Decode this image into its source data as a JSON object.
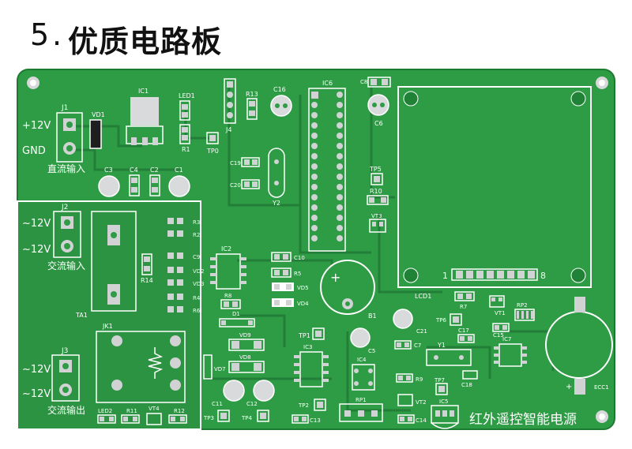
{
  "title": {
    "number": "5",
    "dot": ".",
    "text": "优质电路板"
  },
  "colors": {
    "board": "#2e9b45",
    "board_edge": "#1d7a31",
    "trace": "#259440",
    "pad": "#c9cccf",
    "silk": "#ffffff"
  },
  "labels": {
    "plus12v": "+12V",
    "gnd": "GND",
    "dc_input": "直流输入",
    "ac12v_a": "~12V",
    "ac12v_b": "~12V",
    "ac_input": "交流输入",
    "ac12v_c": "~12V",
    "ac12v_d": "~12V",
    "ac_output": "交流输出",
    "brand": "红外遥控智能电源"
  },
  "refs": {
    "J1": "J1",
    "VD1": "VD1",
    "IC1": "IC1",
    "LED1": "LED1",
    "R1": "R1",
    "TP0": "TP0",
    "J4": "J4",
    "R13": "R13",
    "C16": "C16",
    "IC6": "IC6",
    "C8": "C8",
    "C6": "C6",
    "C19": "C19",
    "C20": "C20",
    "Y2": "Y2",
    "TP5": "TP5",
    "R10": "R10",
    "VT3": "VT3",
    "C3": "C3",
    "C4": "C4",
    "C2": "C2",
    "C1": "C1",
    "J2": "J2",
    "TA1": "TA1",
    "R14": "R14",
    "IC2": "IC2",
    "C10": "C10",
    "R5": "R5",
    "VD5": "VD5",
    "VD4": "VD4",
    "R8": "R8",
    "D1": "D1",
    "TP1": "TP1",
    "B1": "B1",
    "C21": "C21",
    "TP6": "TP6",
    "R7": "R7",
    "VT1": "VT1",
    "RP2": "RP2",
    "C17": "C17",
    "C15": "C15",
    "IC7": "IC7",
    "LCD1": "LCD1",
    "JK1": "JK1",
    "J3": "J3",
    "VD9": "VD9",
    "VD8": "VD8",
    "VD7": "VD7",
    "IC3": "IC3",
    "C5": "C5",
    "C7": "C7",
    "IC4": "IC4",
    "R9": "R9",
    "Y1": "Y1",
    "C18": "C18",
    "TP7": "TP7",
    "IC5": "IC5",
    "C11": "C11",
    "C12": "C12",
    "TP3": "TP3",
    "TP4": "TP4",
    "TP2": "TP2",
    "C13": "C13",
    "RP1": "RP1",
    "VT2": "VT2",
    "C14": "C14",
    "LED2": "LED2",
    "R11": "R11",
    "VT4": "VT4",
    "R12": "R12",
    "ECC1": "ECC1",
    "lcd_pin1": "1",
    "lcd_pin8": "8",
    "R3": "R3",
    "R2": "R2",
    "C9": "C9",
    "VD2": "VD2",
    "VD3": "VD3",
    "R4": "R4",
    "R6": "R6"
  }
}
